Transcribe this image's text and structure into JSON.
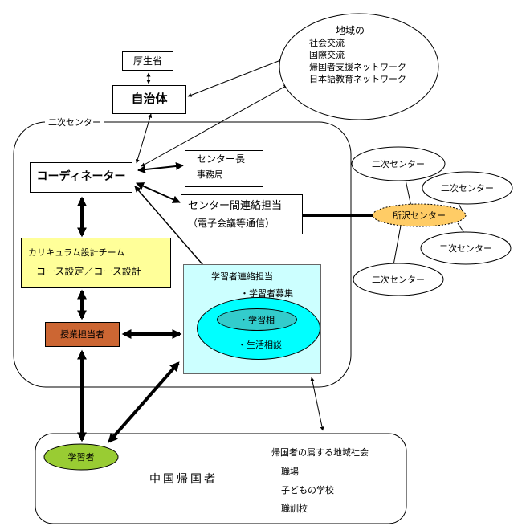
{
  "nodes": {
    "kouseisho": "厚生省",
    "jichitai": "自治体",
    "region_title": "地域の",
    "region_items": [
      "社会交流",
      "国際交流",
      "帰国者支援ネットワーク",
      "日本語教育ネットワーク"
    ],
    "niji_center_label": "二次センター",
    "coordinator": "コーディネーター",
    "center_head": [
      "センター長",
      "事務局"
    ],
    "liaison": [
      "センター間連絡担当",
      "（電子会議等通信）"
    ],
    "curriculum": [
      "カリキュラム設計チーム",
      "コース設定／コース設計"
    ],
    "learner_liaison": "学習者連絡担当",
    "recruit": "・学習者募集",
    "study_consult": "・学習相",
    "life_consult": "・生活相談",
    "instructor": "授業担当者",
    "learner": "学習者",
    "returnees": "中国帰国者",
    "community": [
      "帰国者の属する地域社会",
      "職場",
      "子どもの学校",
      "職訓校"
    ],
    "tokorozawa": "所沢センター",
    "satellites": [
      "二次センター",
      "二次センター",
      "二次センター",
      "二次センター"
    ]
  },
  "colors": {
    "curriculum_fill": "#ffff99",
    "learner_liaison_fill": "#ccffff",
    "big_ellipse_fill": "#00ffff",
    "small_ellipse_fill": "#33cccc",
    "instructor_fill": "#cc6633",
    "learner_fill": "#99cc33",
    "tokorozawa_fill": "#ffcc66"
  }
}
